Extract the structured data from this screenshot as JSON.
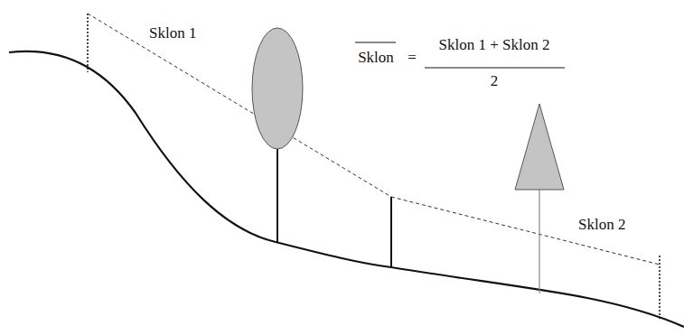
{
  "diagram": {
    "labels": [
      "Sklon 1",
      "Sklon",
      "=",
      "Sklon 1 + Sklon 2",
      "2",
      "Sklon 2"
    ]
  }
}
